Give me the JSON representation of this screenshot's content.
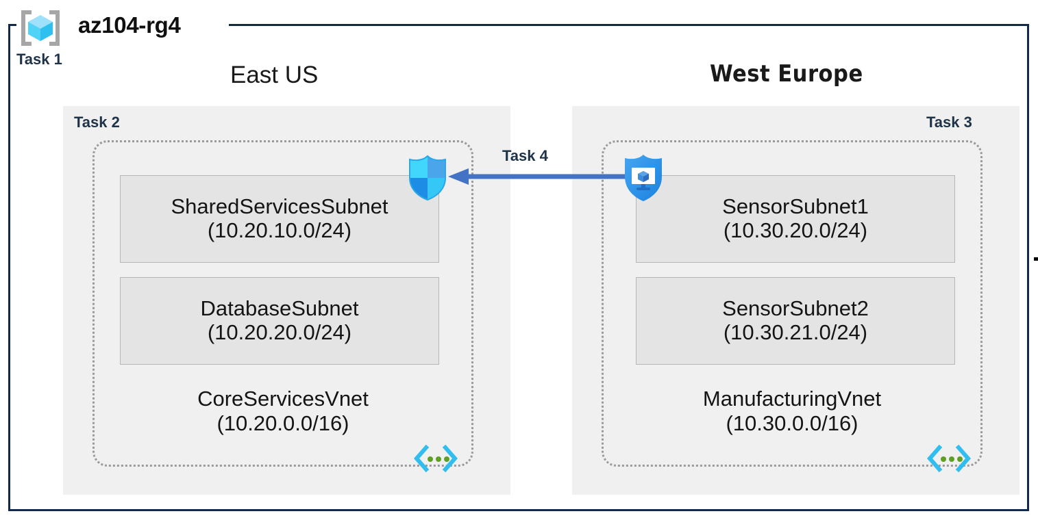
{
  "diagram": {
    "resource_group": {
      "name": "az104-rg4",
      "icon": "resource-group-cube-icon",
      "task_label": "Task 1",
      "frame_color": "#13294b"
    },
    "regions": [
      {
        "id": "east-us",
        "title": "East US",
        "task_label": "Task 2",
        "vnet": {
          "name": "CoreServicesVnet",
          "cidr": "(10.20.0.0/16)",
          "icon": "virtual-network-icon",
          "subnets": [
            {
              "name": "SharedServicesSubnet",
              "cidr": "(10.20.10.0/24)"
            },
            {
              "name": "DatabaseSubnet",
              "cidr": "(10.20.20.0/24)"
            }
          ]
        },
        "badge_icon": "network-security-group-shield-icon"
      },
      {
        "id": "west-europe",
        "title": "West Europe",
        "task_label": "Task 3",
        "vnet": {
          "name": "ManufacturingVnet",
          "cidr": "(10.30.0.0/16)",
          "icon": "virtual-network-icon",
          "subnets": [
            {
              "name": "SensorSubnet1",
              "cidr": "(10.30.20.0/24)"
            },
            {
              "name": "SensorSubnet2",
              "cidr": "(10.30.21.0/24)"
            }
          ]
        },
        "badge_icon": "protected-virtual-machine-shield-icon"
      }
    ],
    "connection": {
      "task_label": "Task 4",
      "icon": "left-arrow-icon",
      "direction": "right-to-left",
      "color": "#4472c4"
    },
    "colors": {
      "frame": "#13294b",
      "region_fill": "#f0f0f0",
      "subnet_fill": "#e4e4e4",
      "subnet_border": "#b6b6b6",
      "vnet_border": "#9a9a9a",
      "task_text": "#1f3348",
      "arrow": "#4472c4",
      "icon_cyan": "#32bdef",
      "icon_blue": "#1b93eb",
      "icon_green": "#5e9f24"
    }
  }
}
